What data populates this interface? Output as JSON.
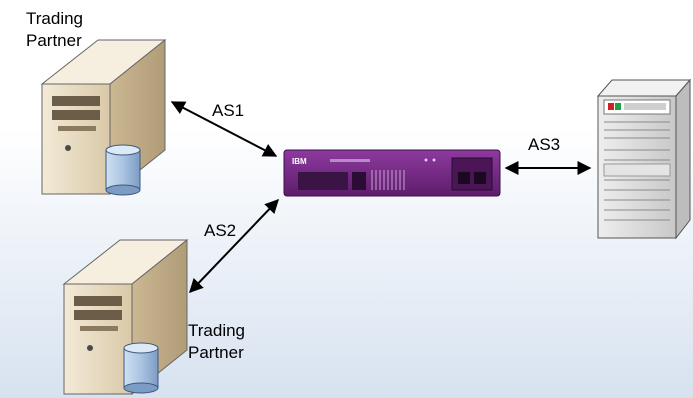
{
  "diagram": {
    "partner_top": {
      "line1": "Trading",
      "line2": "Partner"
    },
    "partner_bottom": {
      "line1": "Trading",
      "line2": "Partner"
    },
    "links": {
      "as1": "AS1",
      "as2": "AS2",
      "as3": "AS3"
    },
    "appliance": {
      "brand": "IBM"
    }
  },
  "colors": {
    "appliance_purple": "#7a2d8a",
    "server_beige": "#e9ddc4",
    "drum_blue": "#b7cfe8"
  }
}
